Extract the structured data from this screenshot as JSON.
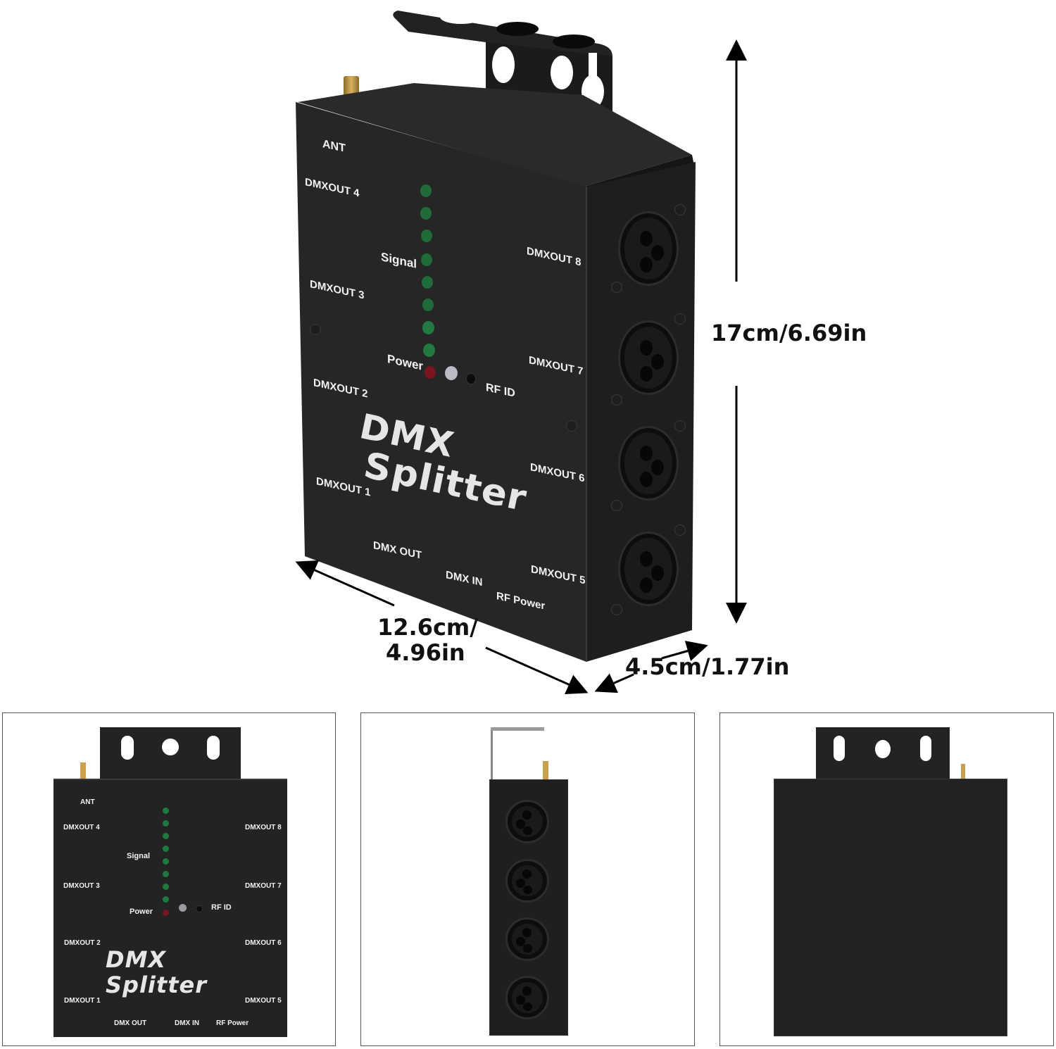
{
  "product": {
    "name": "DMX Splitter",
    "title_line1": "DMX",
    "title_line2": "Splitter"
  },
  "dimensions": {
    "height": "17cm/6.69in",
    "width_line1": "12.6cm/",
    "width_line2": "4.96in",
    "depth": "4.5cm/1.77in"
  },
  "panel_labels": {
    "ant": "ANT",
    "signal": "Signal",
    "power": "Power",
    "rfid": "RF ID",
    "dmx_out": "DMX OUT",
    "dmx_in": "DMX IN",
    "rf_power": "RF Power",
    "outputs": [
      "DMXOUT 1",
      "DMXOUT 2",
      "DMXOUT 3",
      "DMXOUT 4",
      "DMXOUT 5",
      "DMXOUT 6",
      "DMXOUT 7",
      "DMXOUT 8"
    ]
  },
  "indicators": {
    "signal_led_count": 8,
    "signal_led_color": "#1f6b3a",
    "power_led_color": "#7a1420",
    "rfid_led_color": "#b9bcc4"
  },
  "colors": {
    "housing": "#232323",
    "side": "#1c1c1c",
    "label_text": "#f2f2f2",
    "dimension_text": "#111111",
    "background": "#ffffff"
  },
  "views": [
    {
      "name": "front-view"
    },
    {
      "name": "side-view",
      "xlr_count": 4
    },
    {
      "name": "back-view"
    }
  ]
}
